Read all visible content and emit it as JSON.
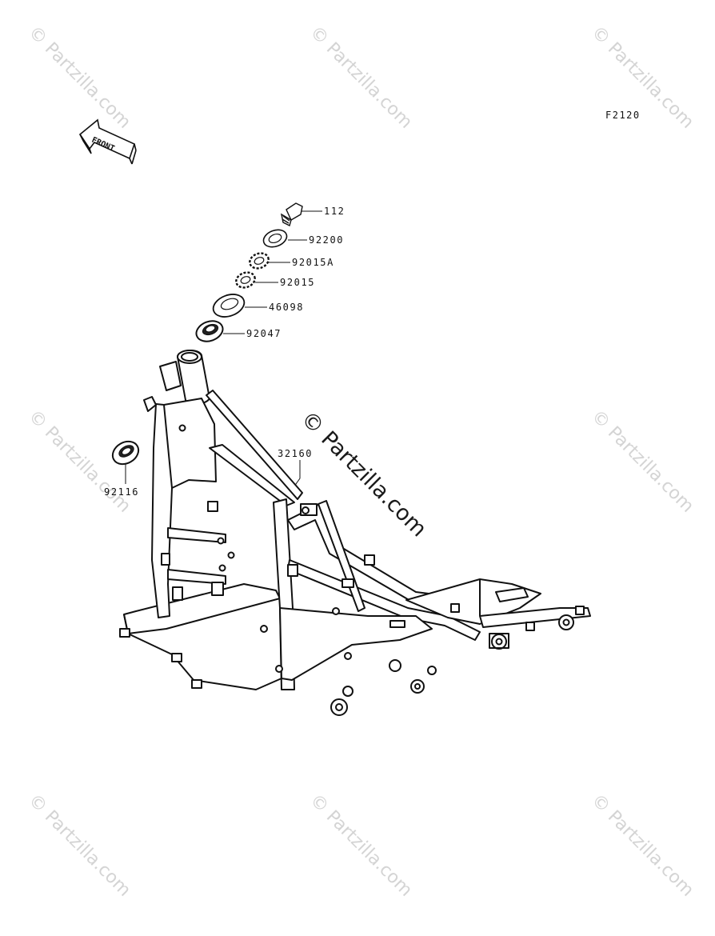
{
  "diagram_code": "F2120",
  "front_label": "FRONT",
  "watermark": {
    "small": "© Partzilla.com",
    "center": "© Partzilla.com"
  },
  "parts": {
    "p112": "112",
    "p92200": "92200",
    "p92015A": "92015A",
    "p92015": "92015",
    "p46098": "46098",
    "p92047": "92047",
    "p32160": "32160",
    "p92116": "92116"
  }
}
